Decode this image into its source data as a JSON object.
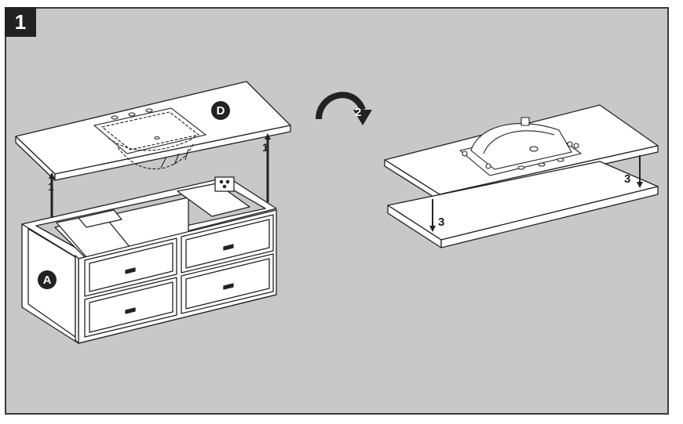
{
  "step_number": "1",
  "labels": {
    "part_a": "A",
    "part_d": "D",
    "lift_arrow_left": "1",
    "lift_arrow_right": "1",
    "rotate_step": "2",
    "lower_step_right": "3",
    "lower_step_left": "3"
  },
  "colors": {
    "panel_background": "#c8c8c8",
    "line": "#222222",
    "fill": "#ffffff"
  }
}
